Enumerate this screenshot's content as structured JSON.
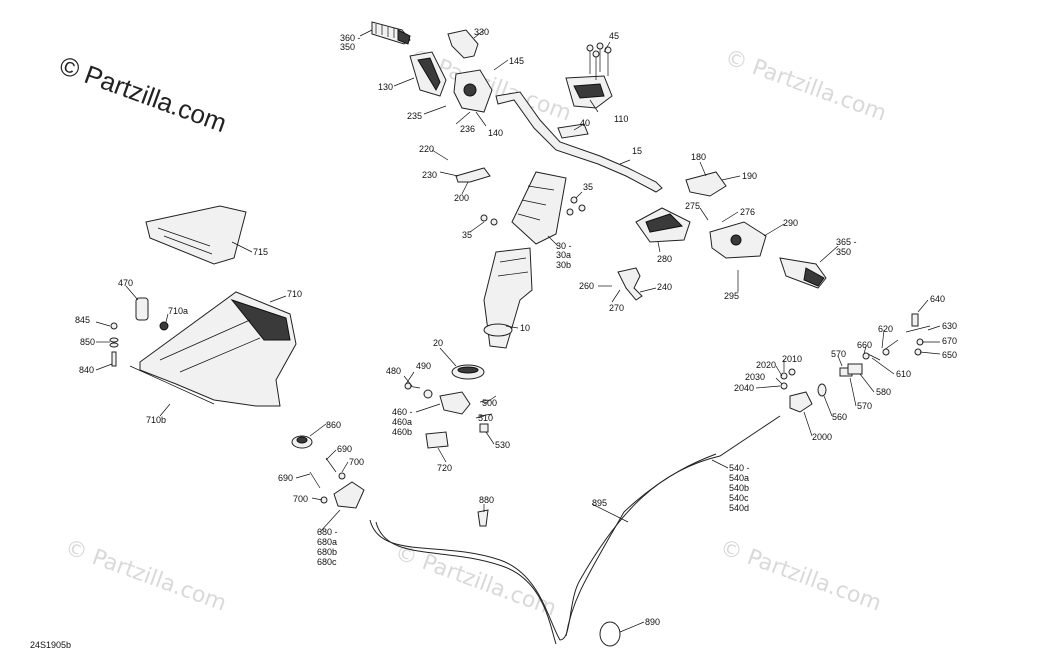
{
  "watermark": {
    "copyright_text": "© Partzilla.com",
    "faint_text": "© Partzilla.com"
  },
  "document_ref": "24S1905b",
  "callouts": [
    {
      "id": "c360",
      "text": "360 -"
    },
    {
      "id": "c350a",
      "text": "350"
    },
    {
      "id": "c330",
      "text": "330"
    },
    {
      "id": "c45",
      "text": "45"
    },
    {
      "id": "c145",
      "text": "145"
    },
    {
      "id": "c130",
      "text": "130"
    },
    {
      "id": "c110",
      "text": "110"
    },
    {
      "id": "c235",
      "text": "235"
    },
    {
      "id": "c236",
      "text": "236"
    },
    {
      "id": "c140",
      "text": "140"
    },
    {
      "id": "c40",
      "text": "40"
    },
    {
      "id": "c220",
      "text": "220"
    },
    {
      "id": "c230",
      "text": "230"
    },
    {
      "id": "c15",
      "text": "15"
    },
    {
      "id": "c180",
      "text": "180"
    },
    {
      "id": "c190",
      "text": "190"
    },
    {
      "id": "c200",
      "text": "200"
    },
    {
      "id": "c35a",
      "text": "35"
    },
    {
      "id": "c35b",
      "text": "35"
    },
    {
      "id": "c275",
      "text": "275"
    },
    {
      "id": "c276",
      "text": "276"
    },
    {
      "id": "c290",
      "text": "290"
    },
    {
      "id": "c715",
      "text": "715"
    },
    {
      "id": "c30",
      "text": "30 -"
    },
    {
      "id": "c30a",
      "text": "30a"
    },
    {
      "id": "c30b",
      "text": "30b"
    },
    {
      "id": "c280",
      "text": "280"
    },
    {
      "id": "c365",
      "text": "365 -"
    },
    {
      "id": "c350b",
      "text": "350"
    },
    {
      "id": "c470",
      "text": "470"
    },
    {
      "id": "c710",
      "text": "710"
    },
    {
      "id": "c260",
      "text": "260"
    },
    {
      "id": "c240",
      "text": "240"
    },
    {
      "id": "c295",
      "text": "295"
    },
    {
      "id": "c270",
      "text": "270"
    },
    {
      "id": "c710a",
      "text": "710a"
    },
    {
      "id": "c640",
      "text": "640"
    },
    {
      "id": "c845",
      "text": "845"
    },
    {
      "id": "c10",
      "text": "10"
    },
    {
      "id": "c630",
      "text": "630"
    },
    {
      "id": "c620",
      "text": "620"
    },
    {
      "id": "c850",
      "text": "850"
    },
    {
      "id": "c670",
      "text": "670"
    },
    {
      "id": "c660",
      "text": "660"
    },
    {
      "id": "c20",
      "text": "20"
    },
    {
      "id": "c650",
      "text": "650"
    },
    {
      "id": "c840",
      "text": "840"
    },
    {
      "id": "c2010",
      "text": "2010"
    },
    {
      "id": "c570a",
      "text": "570"
    },
    {
      "id": "c2020",
      "text": "2020"
    },
    {
      "id": "c490",
      "text": "490"
    },
    {
      "id": "c610",
      "text": "610"
    },
    {
      "id": "c480",
      "text": "480"
    },
    {
      "id": "c2030",
      "text": "2030"
    },
    {
      "id": "c580",
      "text": "580"
    },
    {
      "id": "c2040",
      "text": "2040"
    },
    {
      "id": "c500",
      "text": "500"
    },
    {
      "id": "c570b",
      "text": "570"
    },
    {
      "id": "c460",
      "text": "460 -"
    },
    {
      "id": "c460a",
      "text": "460a"
    },
    {
      "id": "c510",
      "text": "510"
    },
    {
      "id": "c560",
      "text": "560"
    },
    {
      "id": "c710b",
      "text": "710b"
    },
    {
      "id": "c460b",
      "text": "460b"
    },
    {
      "id": "c2000",
      "text": "2000"
    },
    {
      "id": "c860",
      "text": "860"
    },
    {
      "id": "c530",
      "text": "530"
    },
    {
      "id": "c690a",
      "text": "690"
    },
    {
      "id": "c700a",
      "text": "700"
    },
    {
      "id": "c720",
      "text": "720"
    },
    {
      "id": "c540",
      "text": "540 -"
    },
    {
      "id": "c540a",
      "text": "540a"
    },
    {
      "id": "c690b",
      "text": "690"
    },
    {
      "id": "c540b",
      "text": "540b"
    },
    {
      "id": "c540c",
      "text": "540c"
    },
    {
      "id": "c700b",
      "text": "700"
    },
    {
      "id": "c540d",
      "text": "540d"
    },
    {
      "id": "c880",
      "text": "880"
    },
    {
      "id": "c895",
      "text": "895"
    },
    {
      "id": "c680",
      "text": "680 -"
    },
    {
      "id": "c680a",
      "text": "680a"
    },
    {
      "id": "c680b",
      "text": "680b"
    },
    {
      "id": "c680c",
      "text": "680c"
    },
    {
      "id": "c890",
      "text": "890"
    }
  ]
}
